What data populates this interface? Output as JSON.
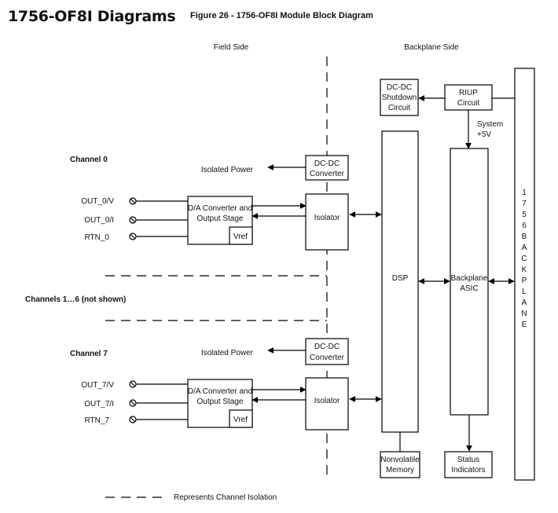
{
  "page_title": "1756-OF8I Diagrams",
  "figure_title": "Figure 26 - 1756-OF8I Module Block Diagram",
  "field_side": "Field Side",
  "backplane_side": "Backplane Side",
  "channel0": {
    "heading": "Channel 0",
    "isolated_power": "Isolated Power",
    "dcdc": [
      "DC-DC",
      "Converter"
    ],
    "dac": [
      "D/A Converter and",
      "Output Stage"
    ],
    "vref": "Vref",
    "isolator": "Isolator",
    "terminals": [
      "OUT_0/V",
      "OUT_0/I",
      "RTN_0"
    ]
  },
  "channels_middle": "Channels 1…6 (not shown)",
  "channel7": {
    "heading": "Channel 7",
    "isolated_power": "Isolated Power",
    "dcdc": [
      "DC-DC",
      "Converter"
    ],
    "dac": [
      "D/A Converter and",
      "Output Stage"
    ],
    "vref": "Vref",
    "isolator": "Isolator",
    "terminals": [
      "OUT_7/V",
      "OUT_7/I",
      "RTN_7"
    ]
  },
  "shutdown": [
    "DC-DC",
    "Shutdown",
    "Circuit"
  ],
  "riup": [
    "RIUP",
    "Circuit"
  ],
  "system_5v": [
    "System",
    "+5V"
  ],
  "dsp": "DSP",
  "backplane_asic": [
    "Backplane",
    "ASIC"
  ],
  "nonvolatile": [
    "Nonvolatile",
    "Memory"
  ],
  "status": [
    "Status",
    "Indicators"
  ],
  "backplane_letters": [
    "1",
    "7",
    "5",
    "6",
    "B",
    "A",
    "C",
    "K",
    "P",
    "L",
    "A",
    "N",
    "E"
  ],
  "legend": "Represents Channel Isolation"
}
